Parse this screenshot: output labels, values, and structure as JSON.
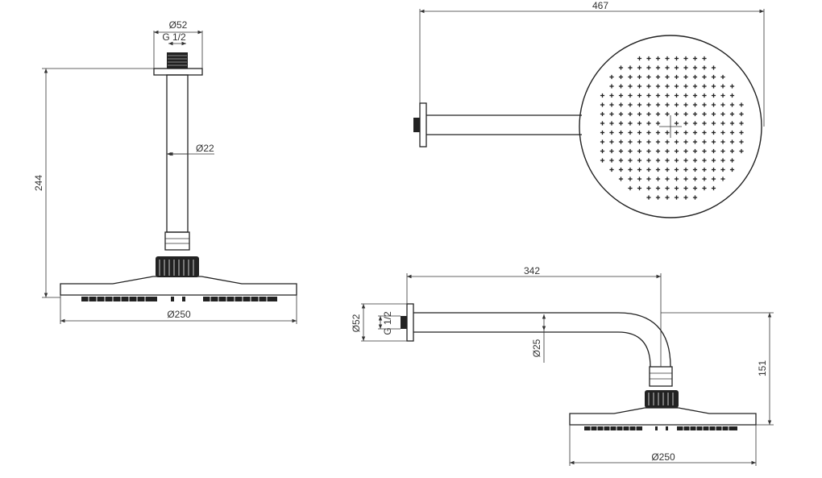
{
  "drawing": {
    "line_color": "#222222",
    "background": "#ffffff",
    "ceiling_view": {
      "flange_diameter": "Ø52",
      "thread": "G 1/2",
      "arm_diameter": "Ø22",
      "height": "244",
      "head_diameter": "Ø250"
    },
    "top_view": {
      "overall_length": "467"
    },
    "wall_view": {
      "arm_length": "342",
      "flange_diameter": "Ø52",
      "thread": "G 1/2",
      "arm_diameter": "Ø25",
      "drop_height": "151",
      "head_diameter": "Ø250"
    }
  }
}
